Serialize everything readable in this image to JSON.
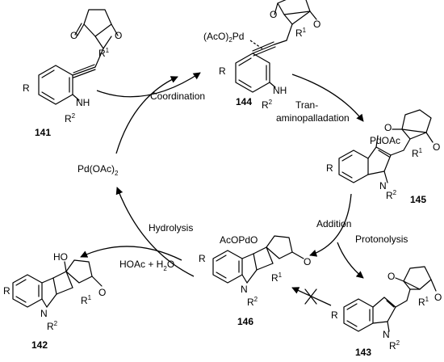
{
  "colors": {
    "ink": "#000000",
    "background": "#ffffff"
  },
  "compounds": {
    "c141": {
      "number": "141",
      "r": "R",
      "nh": "NH",
      "r2": "R",
      "r2sup": "2",
      "r1": "R",
      "r1sup": "1",
      "o1": "O",
      "o2": "O"
    },
    "c144": {
      "number": "144",
      "pd": "(AcO)",
      "pd2": "2",
      "pd3": "Pd",
      "r": "R",
      "nh": "NH",
      "r2": "R",
      "r2sup": "2",
      "r1": "R",
      "r1sup": "1",
      "o1": "O",
      "o2": "O"
    },
    "c145": {
      "number": "145",
      "pd": "PdOAc",
      "r": "R",
      "n": "N",
      "r2": "R",
      "r2sup": "2",
      "r1": "R",
      "r1sup": "1",
      "o1": "O",
      "o2": "O"
    },
    "c146": {
      "number": "146",
      "pd": "AcOPdO",
      "r": "R",
      "n": "N",
      "r2": "R",
      "r2sup": "2",
      "r1": "R",
      "r1sup": "1",
      "o": "O"
    },
    "c142": {
      "number": "142",
      "ho": "HO",
      "r": "R",
      "n": "N",
      "r2": "R",
      "r2sup": "2",
      "r1": "R",
      "r1sup": "1",
      "o": "O"
    },
    "c143": {
      "number": "143",
      "r": "R",
      "n": "N",
      "r2": "R",
      "r2sup": "2",
      "r1": "R",
      "r1sup": "1",
      "o1": "O",
      "o2": "O"
    }
  },
  "labels": {
    "coordination": "Coordination",
    "tran1": "Tran-",
    "tran2": "aminopalladation",
    "catalyst": "Pd(OAc)",
    "catalyst_sub": "2",
    "addition": "Addition",
    "protonolysis": "Protonolysis",
    "hydrolysis": "Hydrolysis",
    "hoac": "HOAc + H",
    "hoac_sub": "2",
    "hoac_end": "O"
  }
}
